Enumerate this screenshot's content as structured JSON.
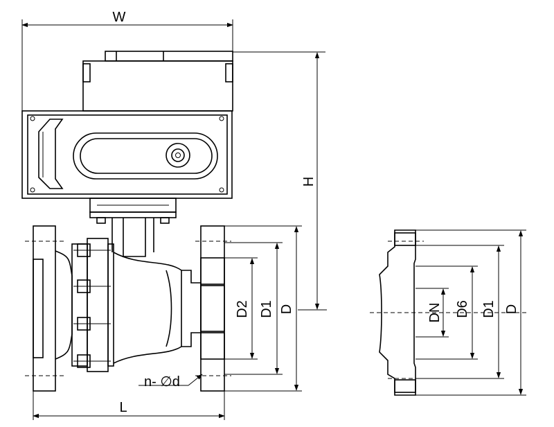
{
  "labels": {
    "W": "W",
    "H": "H",
    "L": "L",
    "D2": "D2",
    "D1_left": "D1",
    "D_left": "D",
    "n_d": "n- ∅d",
    "DN": "DN",
    "D6": "D6",
    "D1_right": "D1",
    "D_right": "D"
  }
}
